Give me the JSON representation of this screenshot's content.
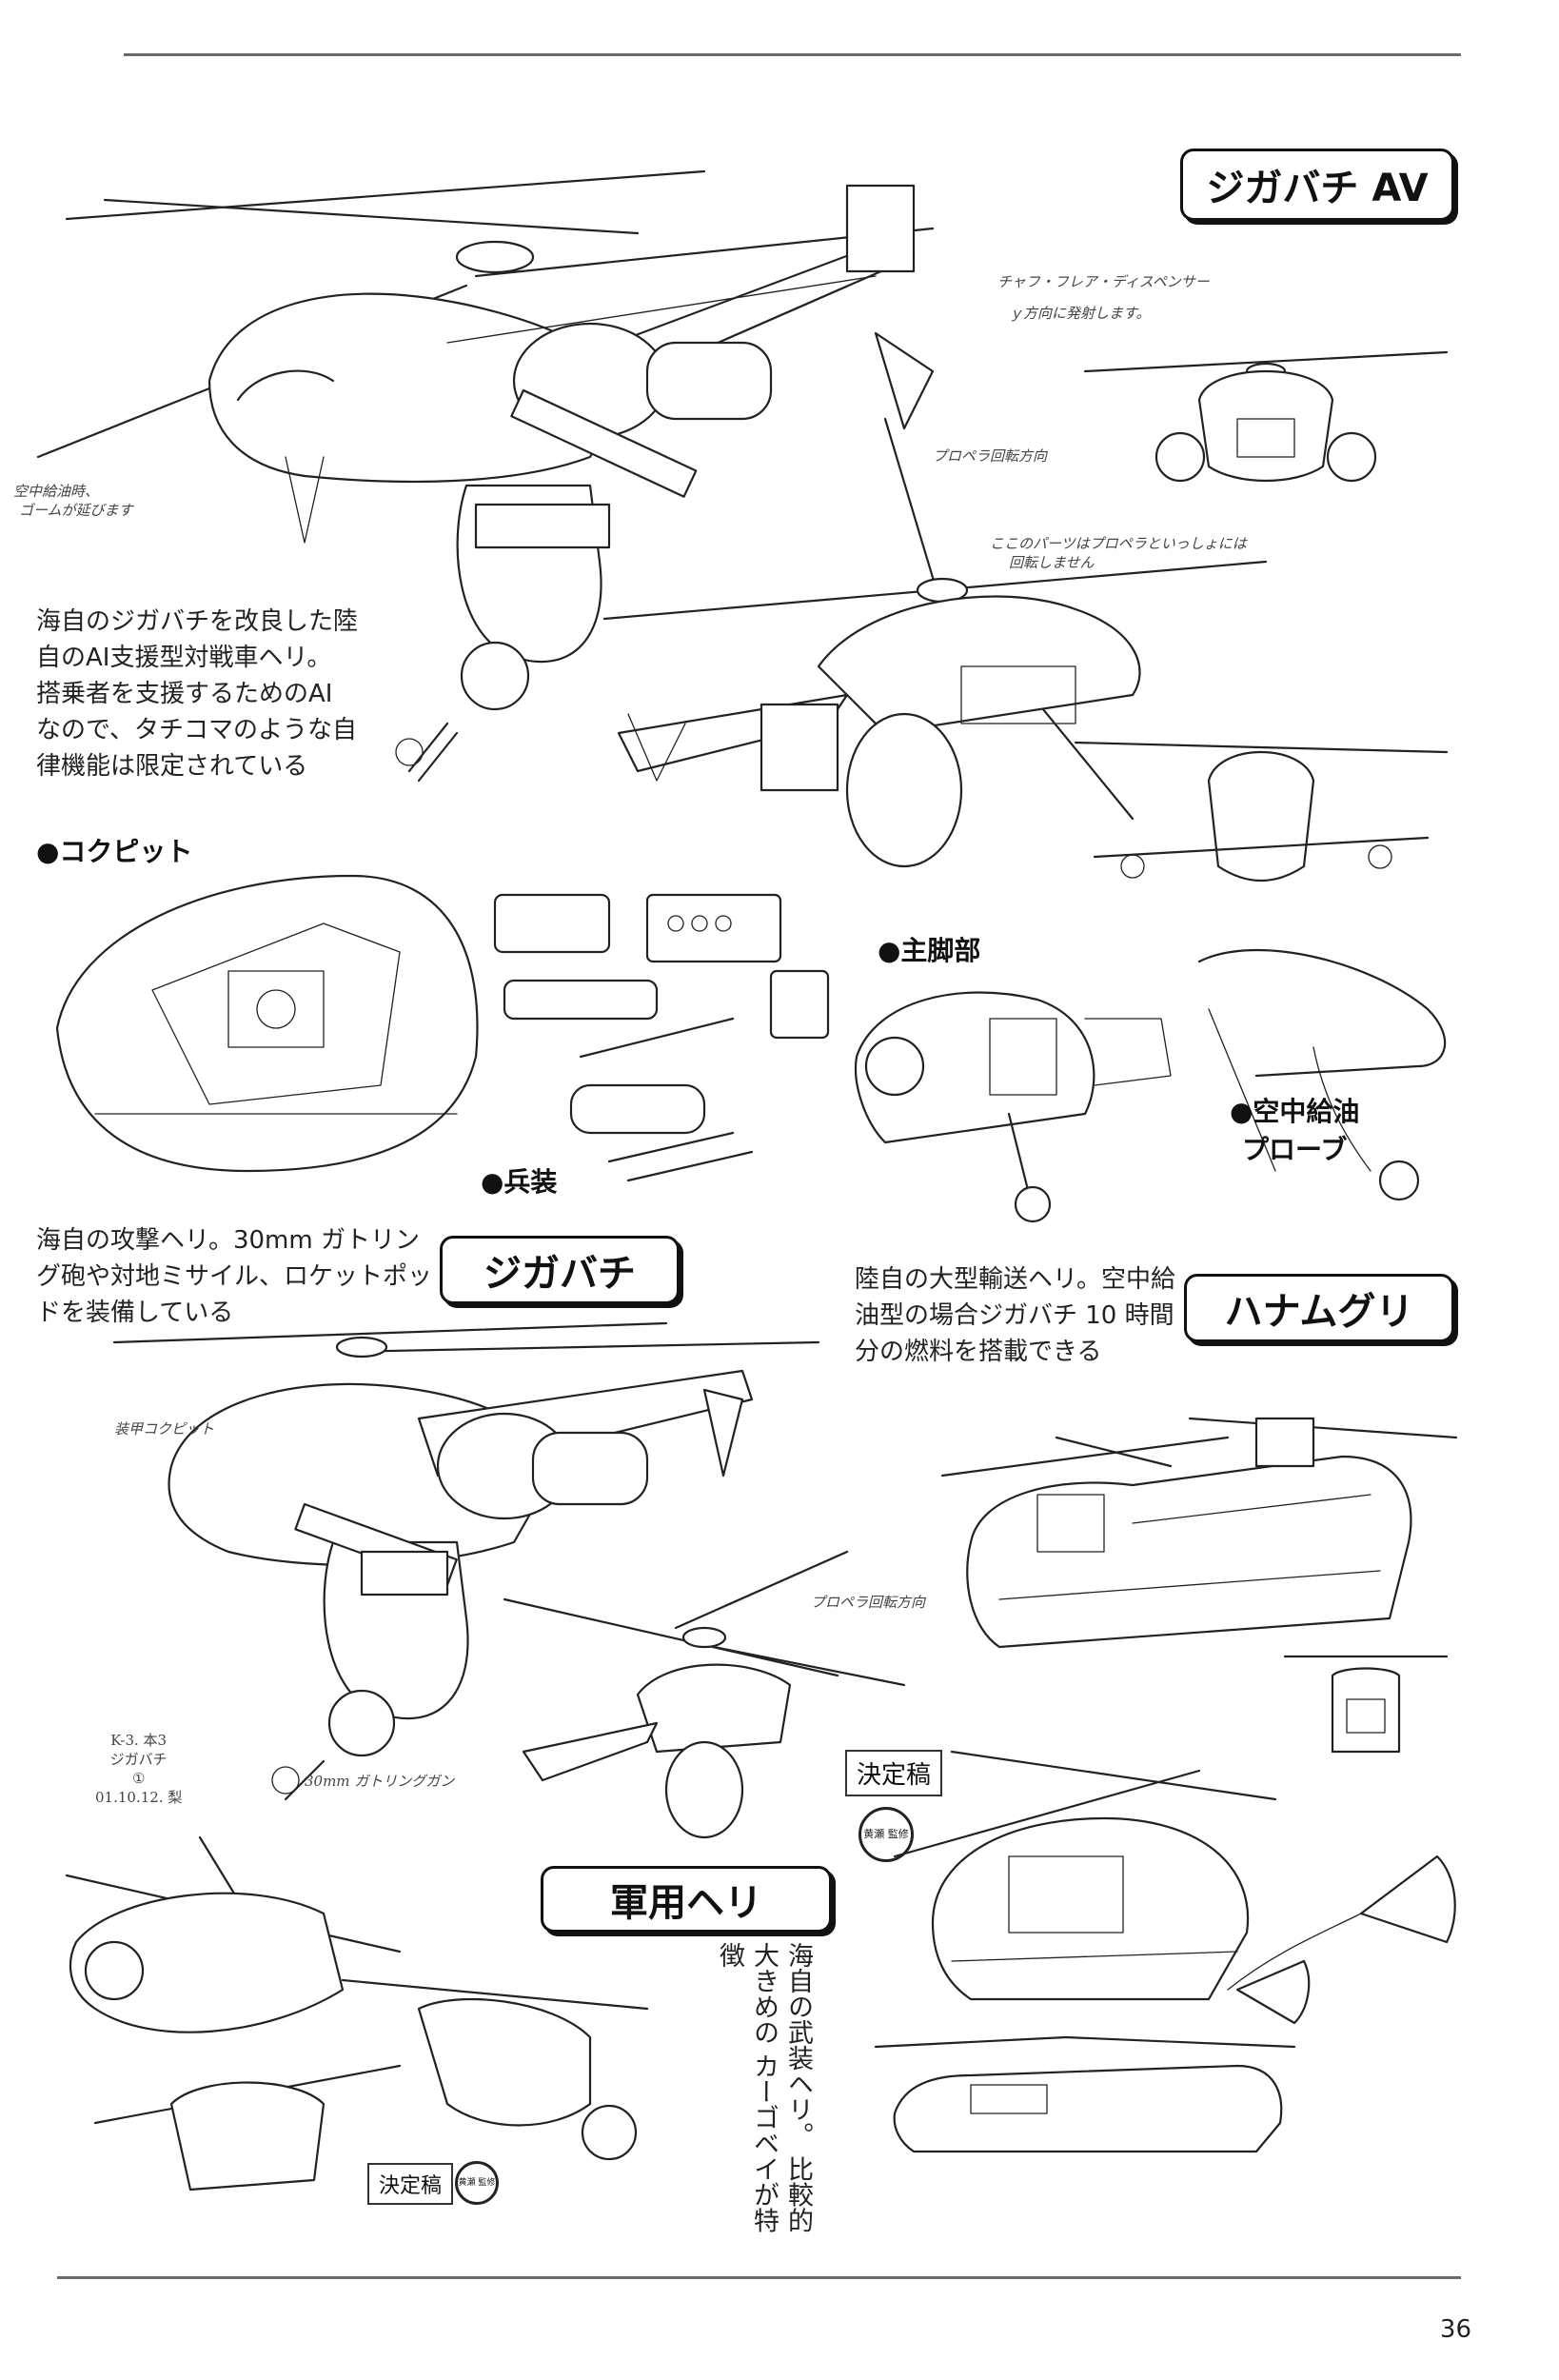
{
  "page": {
    "number": "36"
  },
  "sections": {
    "jigabachi_av": {
      "title": "ジガバチ AV",
      "description": [
        "海自のジガバチを改良した陸",
        "自のAI支援型対戦車ヘリ。",
        "搭乗者を支援するためのAI",
        "なので、タチコマのような自",
        "律機能は限定されている"
      ],
      "labels": {
        "cockpit": "●コクピット",
        "weapons": "●兵装",
        "main_gear": "●主脚部",
        "refuel_probe_1": "●空中給油",
        "refuel_probe_2": "プローブ"
      },
      "notes": {
        "chaff": "チャフ・フレア・ディスペンサー",
        "chaff2": "ｙ方向に発射します。",
        "refuel": "空中給油時、",
        "refuel2": "ゴームが延びます",
        "rotor": "プロペラ回転方向",
        "parts": "ここのパーツはプロペラといっしょには",
        "parts2": "回転しません"
      }
    },
    "jigabachi": {
      "title": "ジガバチ",
      "description": [
        "海自の攻撃ヘリ。30mm ガトリン",
        "グ砲や対地ミサイル、ロケットポッ",
        "ドを装備している"
      ],
      "notes": {
        "cockpit": "装甲コクピット",
        "rotor": "プロペラ回転方向",
        "gun": "30mm ガトリングガン",
        "sheet1": "K-3. 本3",
        "sheet2": "ジガバチ",
        "sheet3": "①",
        "date": "01.10.12. 梨"
      }
    },
    "hanamuguri": {
      "title": "ハナムグリ",
      "description": [
        "陸自の大型輸送ヘリ。空中給",
        "油型の場合ジガバチ 10 時間",
        "分の燃料を搭載できる"
      ],
      "stamp": "決定稿",
      "seal": "黄瀬 監修"
    },
    "military_heli": {
      "title": "軍用ヘリ",
      "description": [
        "海自の武装ヘリ。",
        "比較的大きめの",
        "カーゴベイが特徴"
      ],
      "stamp": "決定稿",
      "seal": "黄瀬 監修"
    }
  }
}
